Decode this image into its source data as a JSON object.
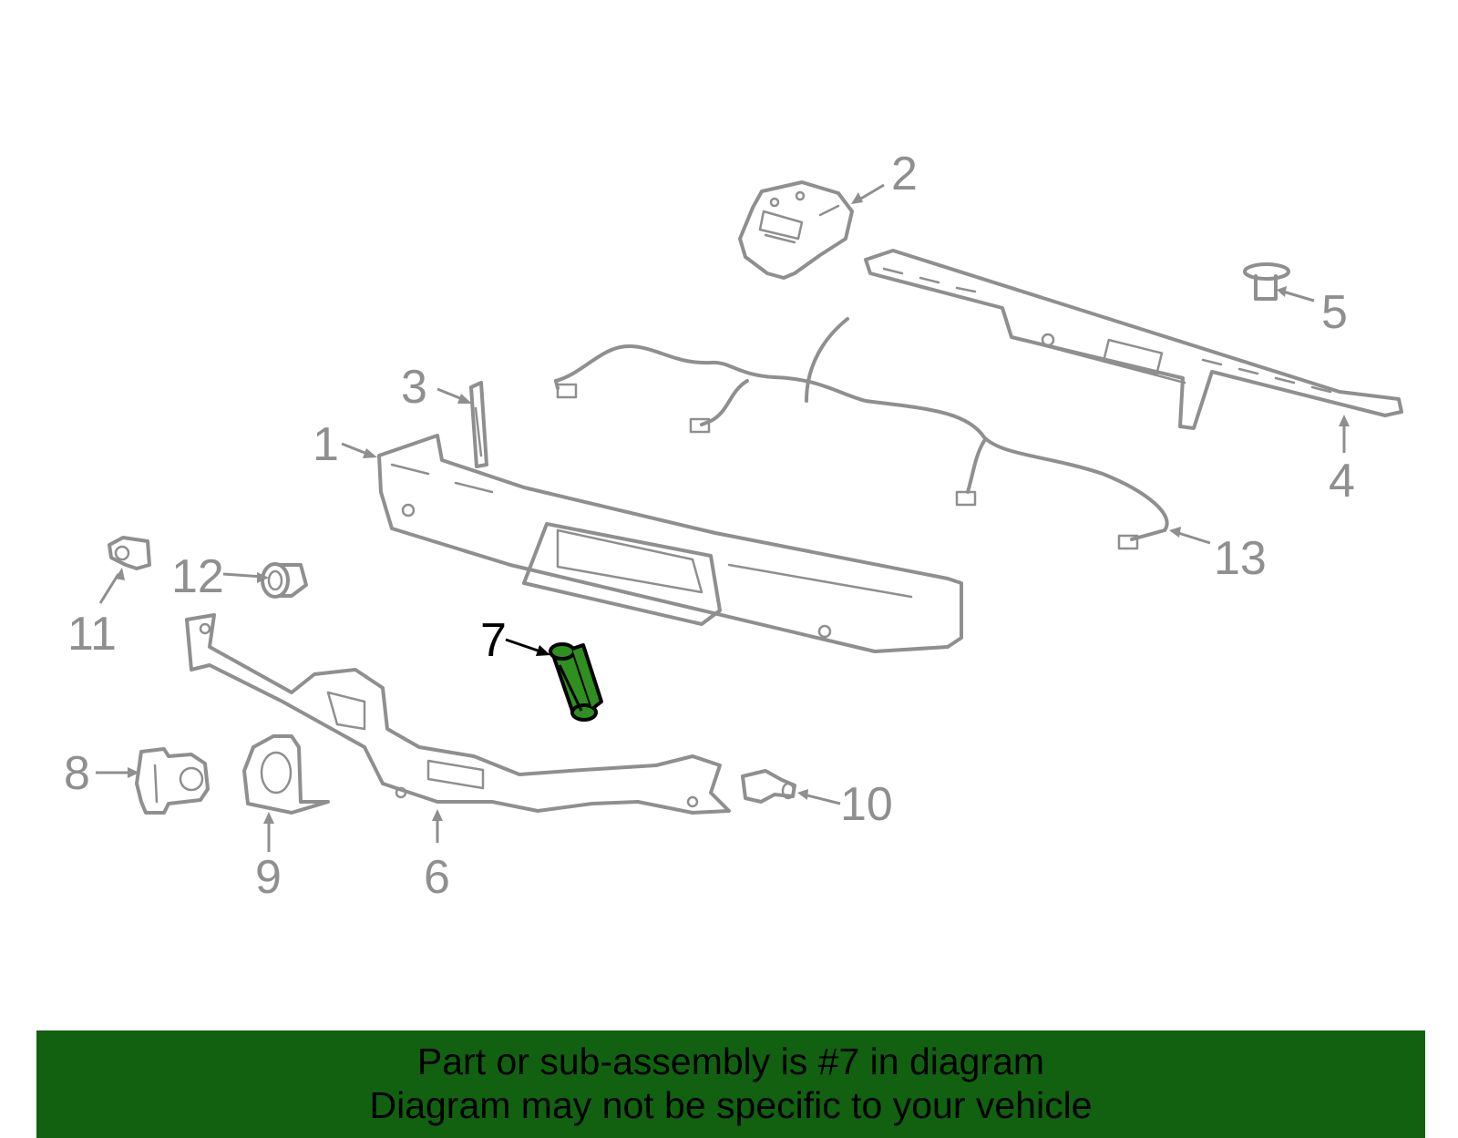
{
  "diagram": {
    "highlight_color": "#2f8f1f",
    "line_color": "#8f8f8f",
    "highlighted_part": "7",
    "callouts": [
      "1",
      "2",
      "3",
      "4",
      "5",
      "6",
      "7",
      "8",
      "9",
      "10",
      "11",
      "12",
      "13"
    ]
  },
  "banner": {
    "background": "#116111",
    "line1": "Part or sub-assembly is #7 in diagram",
    "line2": "Diagram may not be specific to your vehicle"
  }
}
